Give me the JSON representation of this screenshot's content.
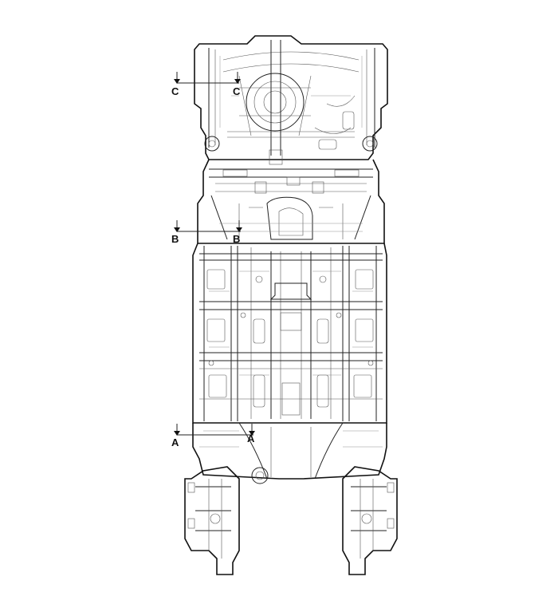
{
  "sections": [
    {
      "id": "C",
      "left_label": "C",
      "right_label": "C"
    },
    {
      "id": "B",
      "left_label": "B",
      "right_label": "B"
    },
    {
      "id": "A",
      "left_label": "A",
      "right_label": "A"
    }
  ],
  "colors": {
    "line": "#222222",
    "background": "#ffffff"
  }
}
